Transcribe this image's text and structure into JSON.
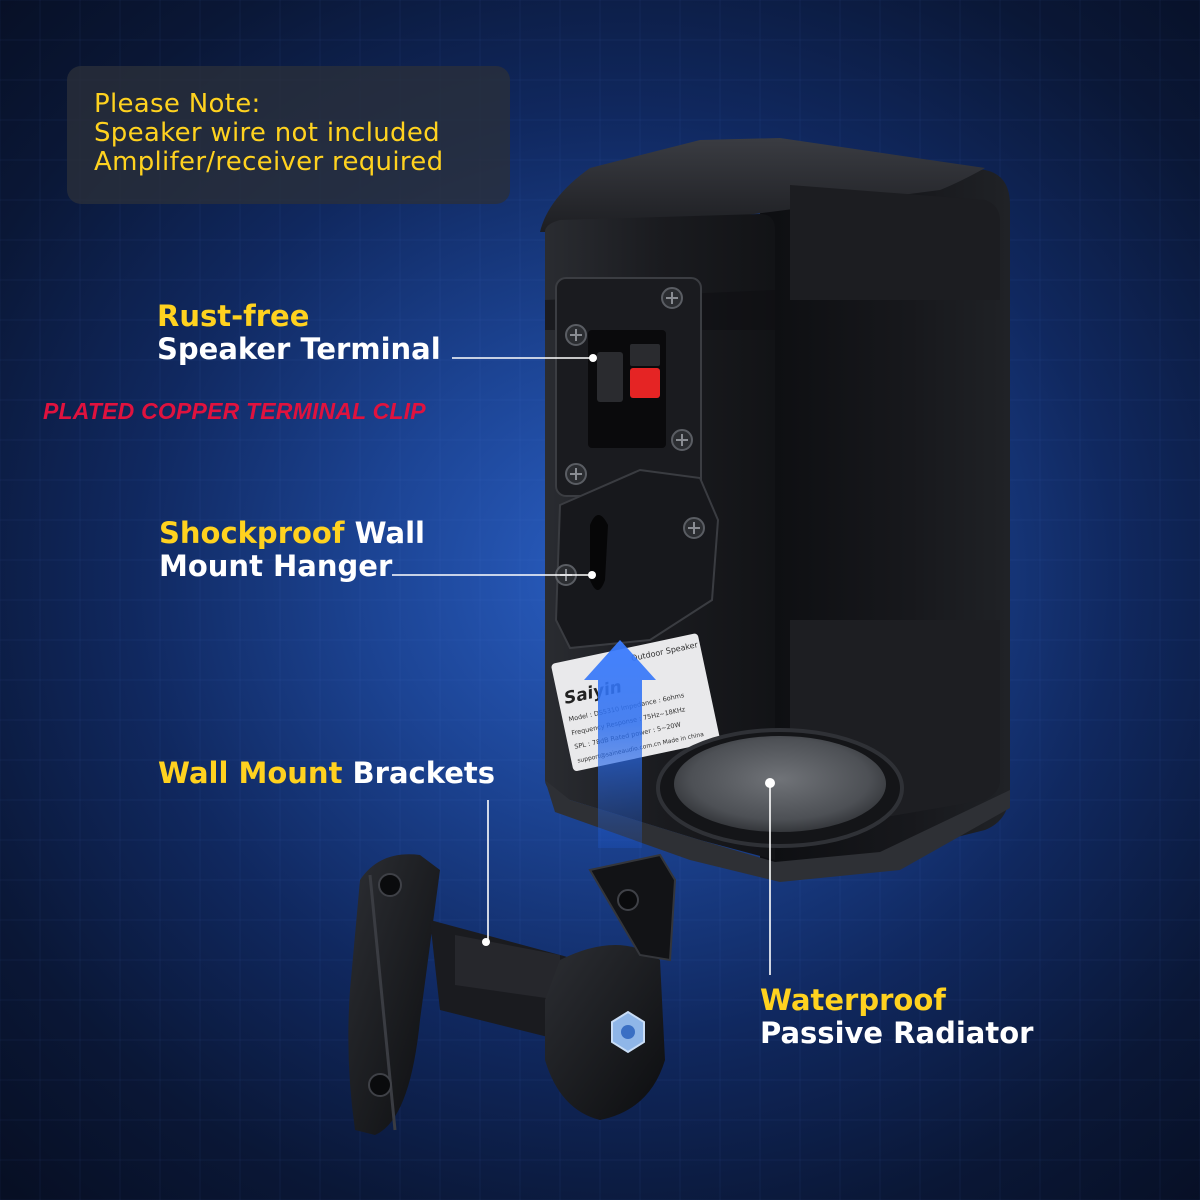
{
  "note": {
    "lines": [
      "Please Note:",
      "Speaker wire not included",
      "Amplifer/receiver required"
    ],
    "color": "#ffd21f"
  },
  "callouts": {
    "terminal": {
      "highlight": "Rust-free",
      "text": "Speaker Terminal"
    },
    "clip": {
      "text": "PLATED COPPER TERMINAL CLIP",
      "color": "#e0123e"
    },
    "hanger": {
      "highlight": "Shockproof",
      "text_a": "Wall",
      "text_b": "Mount Hanger"
    },
    "brackets": {
      "highlight": "Wall Mount",
      "text": "Brackets"
    },
    "radiator": {
      "highlight": "Waterproof",
      "text": "Passive Radiator"
    }
  },
  "product_label": {
    "brand": "Saiyin",
    "lines": [
      "Outdoor  Speaker",
      "Model : DS5310     Impedance : 6ohms",
      "Frequency Response : 75Hz~18KHz",
      "SPL : 78dB   Rated power : 5~20W",
      "support@saineaudio.com.cn  Made in china"
    ]
  },
  "colors": {
    "accent": "#ffd21f",
    "background": "#1c4494",
    "product": "#141518"
  },
  "icons": [
    "screw-icon",
    "arrow-up-icon"
  ]
}
